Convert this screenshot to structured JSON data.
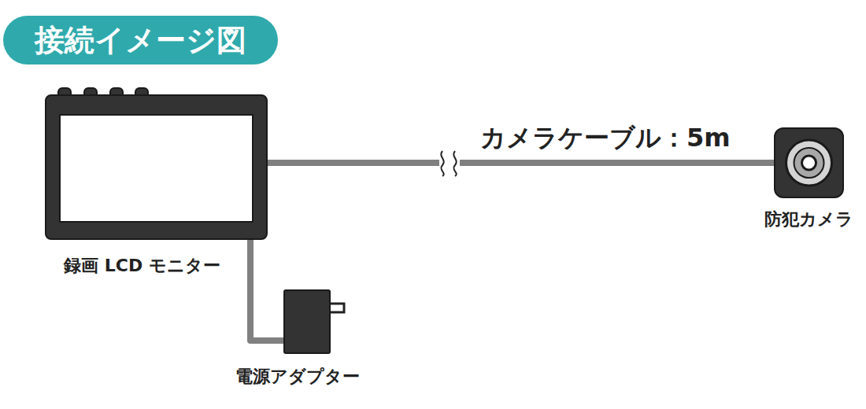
{
  "diagram": {
    "title": "接続イメージ図",
    "nodes": [
      {
        "text": [
          "録画 LCD モニター"
        ]
      },
      {
        "text": [
          "防犯カメラ"
        ]
      },
      {
        "text": [
          "電源アダプター"
        ]
      }
    ],
    "edges": [
      {
        "from": 0,
        "to": 1,
        "arrow": "none",
        "label": "カメラケーブル：5m"
      },
      {
        "from": 0,
        "to": 2,
        "arrow": "none"
      }
    ]
  }
}
